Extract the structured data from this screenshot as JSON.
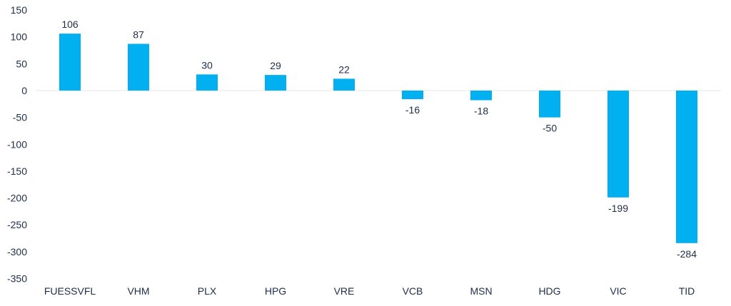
{
  "chart_data": {
    "type": "bar",
    "title": "",
    "xlabel": "",
    "ylabel": "",
    "categories": [
      "FUESSVFL",
      "VHM",
      "PLX",
      "HPG",
      "VRE",
      "VCB",
      "MSN",
      "HDG",
      "VIC",
      "TID"
    ],
    "values": [
      106,
      87,
      30,
      29,
      22,
      -16,
      -18,
      -50,
      -199,
      -284
    ],
    "ylim": [
      -350,
      150
    ],
    "yticks": [
      150,
      100,
      50,
      0,
      -50,
      -100,
      -150,
      -200,
      -250,
      -300,
      -350
    ],
    "grid": false,
    "bar_color": "#00B0F0",
    "text_color": "#1F2D4A"
  }
}
